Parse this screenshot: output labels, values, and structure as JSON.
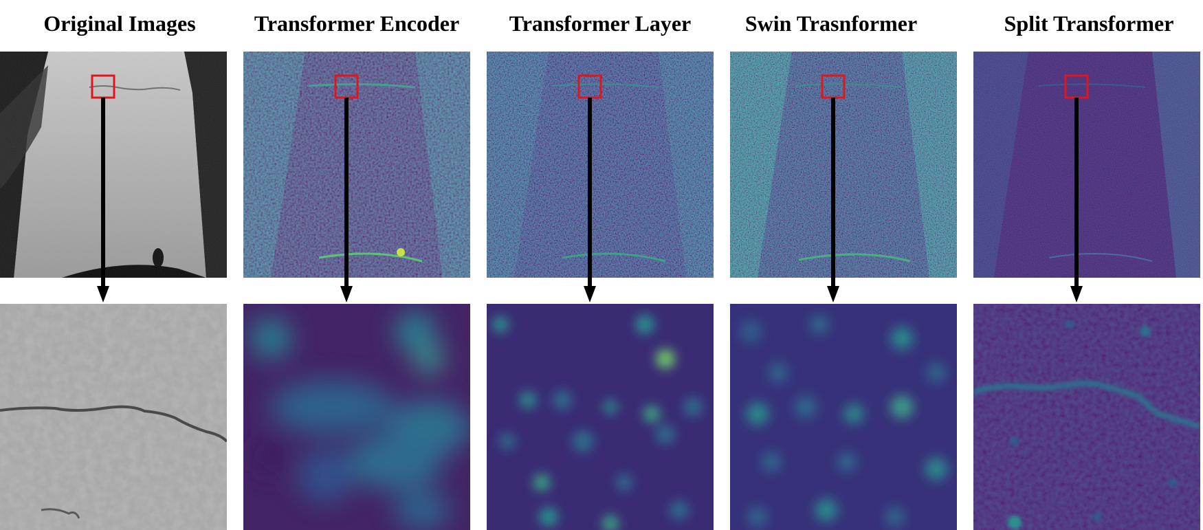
{
  "columns": [
    {
      "title": "Original Images",
      "style": "grayscale"
    },
    {
      "title": "Transformer Encoder",
      "style": "viridis-bright"
    },
    {
      "title": "Transformer Layer",
      "style": "viridis-mid"
    },
    {
      "title": "Swin Trasnformer",
      "style": "viridis-mid"
    },
    {
      "title": "Split Transformer",
      "style": "viridis-dark"
    }
  ],
  "colors": {
    "highlight_box": "#e0161b",
    "arrow": "#000000",
    "viridis_dark": "#3e1a6b",
    "viridis_mid": "#2f4f8e",
    "viridis_teal": "#2a8f8e",
    "viridis_bright": "#79d35a"
  }
}
